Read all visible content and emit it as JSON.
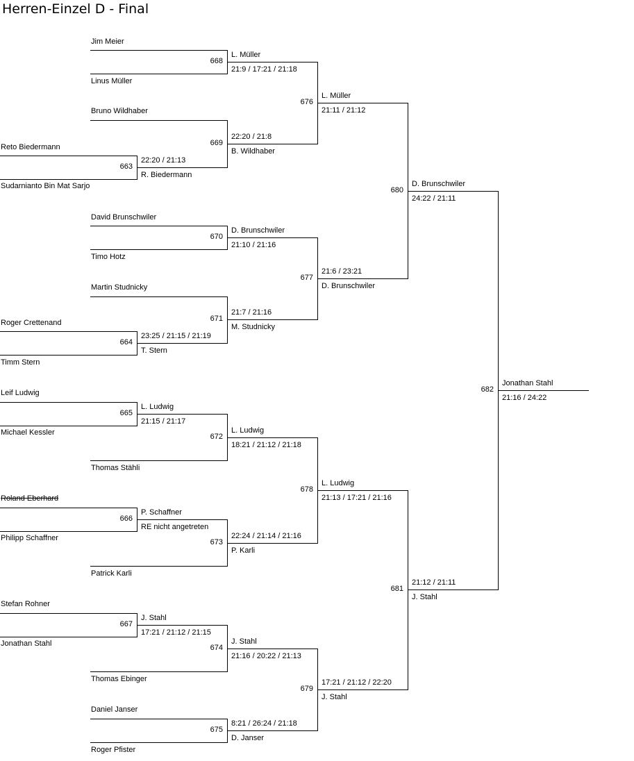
{
  "title": "Herren-Einzel D - Final",
  "entrants": {
    "jim_meier": "Jim Meier",
    "linus_mueller": "Linus Müller",
    "bruno_wildhaber": "Bruno Wildhaber",
    "reto_biedermann": "Reto Biedermann",
    "sudarnianto": "Sudarnianto Bin Mat Sarjo",
    "david_brunschwiler": "David Brunschwiler",
    "timo_hotz": "Timo Hotz",
    "martin_studnicky": "Martin Studnicky",
    "roger_crettenand": "Roger Crettenand",
    "timm_stern": "Timm Stern",
    "leif_ludwig": "Leif Ludwig",
    "michael_kessler": "Michael Kessler",
    "thomas_staehli": "Thomas Stähli",
    "roland_eberhard": "Roland Eberhard",
    "philipp_schaffner": "Philipp Schaffner",
    "patrick_karli": "Patrick Karli",
    "stefan_rohner": "Stefan Rohner",
    "jonathan_stahl": "Jonathan Stahl",
    "thomas_ebinger": "Thomas Ebinger",
    "daniel_janser": "Daniel Janser",
    "roger_pfister": "Roger Pfister"
  },
  "matches": {
    "663": {
      "number": "663",
      "winner": "R. Biedermann",
      "score": "22:20 / 21:13"
    },
    "664": {
      "number": "664",
      "winner": "T. Stern",
      "score": "23:25 / 21:15 / 21:19"
    },
    "665": {
      "number": "665",
      "winner": "L. Ludwig",
      "score": "21:15 / 21:17"
    },
    "666": {
      "number": "666",
      "winner": "P. Schaffner",
      "score": "RE nicht angetreten"
    },
    "667": {
      "number": "667",
      "winner": "J. Stahl",
      "score": "17:21 / 21:12 / 21:15"
    },
    "668": {
      "number": "668",
      "winner": "L. Müller",
      "score": "21:9 / 17:21 / 21:18"
    },
    "669": {
      "number": "669",
      "winner": "B. Wildhaber",
      "score": "22:20 / 21:8"
    },
    "670": {
      "number": "670",
      "winner": "D. Brunschwiler",
      "score": "21:10 / 21:16"
    },
    "671": {
      "number": "671",
      "winner": "M. Studnicky",
      "score": "21:7 / 21:16"
    },
    "672": {
      "number": "672",
      "winner": "L. Ludwig",
      "score": "18:21 / 21:12 / 21:18"
    },
    "673": {
      "number": "673",
      "winner": "P. Karli",
      "score": "22:24 / 21:14 / 21:16"
    },
    "674": {
      "number": "674",
      "winner": "J. Stahl",
      "score": "21:16 / 20:22 / 21:13"
    },
    "675": {
      "number": "675",
      "winner": "D. Janser",
      "score": "8:21 / 26:24 / 21:18"
    },
    "676": {
      "number": "676",
      "winner": "L. Müller",
      "score": "21:11 / 21:12"
    },
    "677": {
      "number": "677",
      "winner": "D. Brunschwiler",
      "score": "21:6 / 23:21"
    },
    "678": {
      "number": "678",
      "winner": "L. Ludwig",
      "score": "21:13 / 17:21 / 21:16"
    },
    "679": {
      "number": "679",
      "winner": "J. Stahl",
      "score": "17:21 / 21:12 / 22:20"
    },
    "680": {
      "number": "680",
      "winner": "D. Brunschwiler",
      "score": "24:22 / 21:11"
    },
    "681": {
      "number": "681",
      "winner": "J. Stahl",
      "score": "21:12 / 21:11"
    },
    "682": {
      "number": "682",
      "winner": "Jonathan Stahl",
      "score": "21:16 / 24:22"
    }
  }
}
